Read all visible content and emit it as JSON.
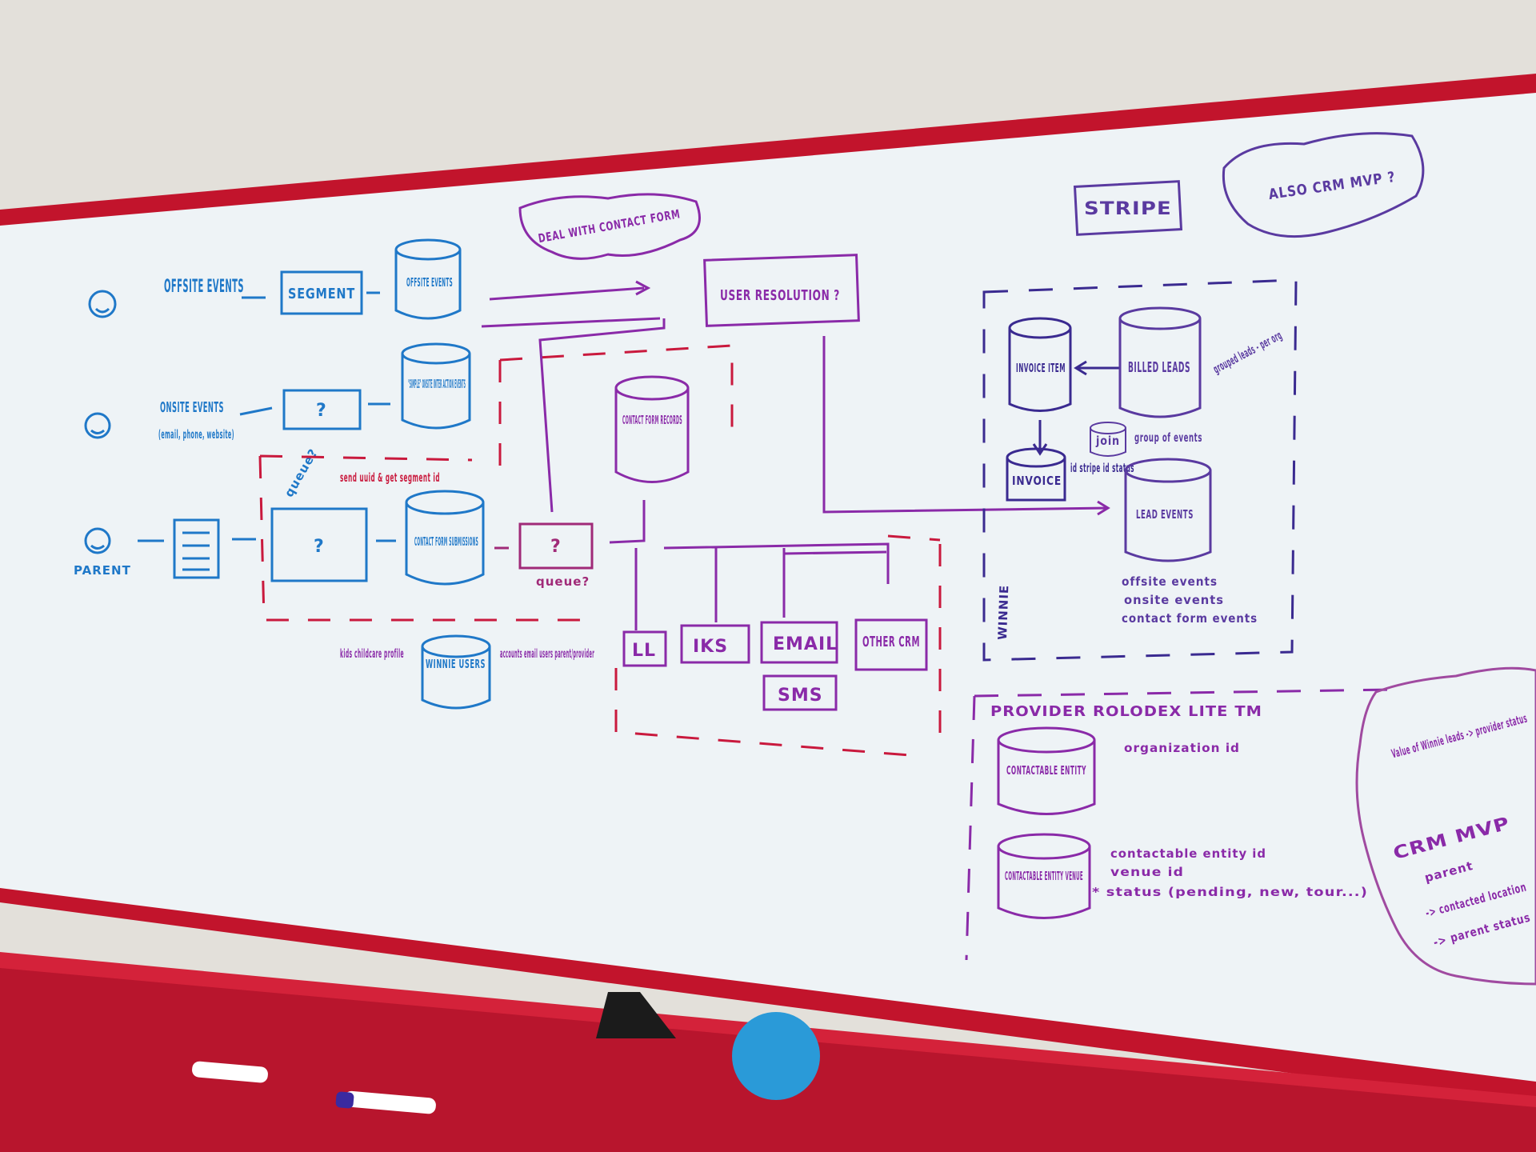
{
  "colors": {
    "wall": "#e3e0da",
    "frame": "#c2142c",
    "board": "#eef3f6",
    "blue": "#1f78c8",
    "purple": "#8a2aa8",
    "violet": "#5a3aa0",
    "red": "#c9193d"
  },
  "left": {
    "offsite_events": "OFFSITE EVENTS",
    "segment": "SEGMENT",
    "offsite_events_db": "OFFSITE EVENTS",
    "onsite_events": "ONSITE EVENTS",
    "onsite_detail": "(email, phone, website)",
    "question": "?",
    "simple_onsite_db": "\"SIMPLE\" ONSITE INTER ACTION EVENTS",
    "parent": "PARENT",
    "queue": "queue?",
    "send_uuid": "send uuid & get segment id",
    "contact_form_submissions": "CONTACT FORM SUBMISSIONS",
    "queue2": "queue?",
    "winnie_users": "WINNIE USERS",
    "kids_note": "kids childcare profile",
    "accounts_note": "accounts email users parent/provider"
  },
  "middle": {
    "deal_cloud": "DEAL WITH CONTACT FORM",
    "user_resolution": "USER RESOLUTION ?",
    "contact_form_records": "CONTACT FORM RECORDS",
    "ll": "LL",
    "iks": "IKS",
    "email": "EMAIL",
    "other_crm": "OTHER CRM",
    "sms": "SMS"
  },
  "right": {
    "stripe": "STRIPE",
    "also_crm": "ALSO CRM MVP ?",
    "invoice_item": "INVOICE ITEM",
    "billed_leads": "BILLED LEADS",
    "grouped_note": "grouped leads - per org",
    "invoice": "INVOICE",
    "invoice_note": "id stripe id status",
    "join": "join",
    "group_events": "group of events",
    "lead_events": "LEAD EVENTS",
    "lead_events_list": [
      "offsite events",
      "onsite events",
      "contact form events"
    ],
    "winnie_label": "WINNIE",
    "rolodex_title": "PROVIDER ROLODEX LITE TM",
    "contactable_entity": "CONTACTABLE ENTITY",
    "org_id": "organization id",
    "contactable_entity_venue": "CONTACTABLE ENTITY VENUE",
    "venue_fields": [
      "contactable entity id",
      "venue id",
      "* status (pending, new, tour...)"
    ],
    "value_cloud": "Value of Winnie leads -> provider status",
    "crm_mvp": "CRM MVP",
    "crm_lines": [
      "parent",
      "-> contacted location",
      "-> parent status"
    ]
  }
}
